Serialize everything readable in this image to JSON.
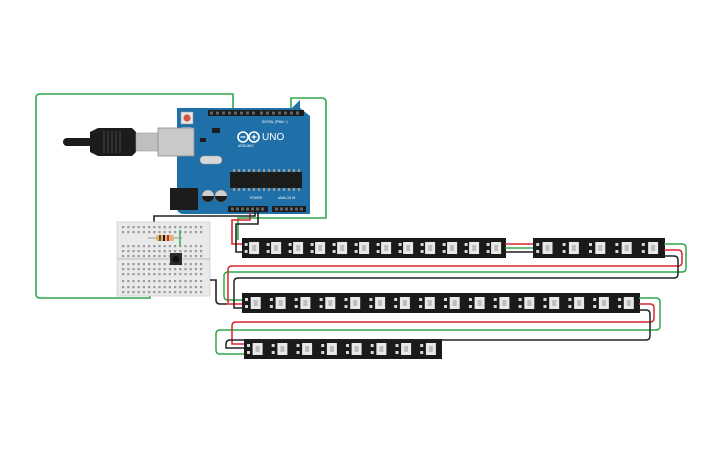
{
  "board": {
    "logo_text": "UNO",
    "brand_text": "ARDUINO",
    "digital_header_label": "DIGITAL (PWM ~)",
    "power_label": "POWER",
    "analog_label": "ANALOG IN",
    "reset_label": "RESET"
  },
  "strips": [
    {
      "name": "led-strip-1",
      "pixel_count": 12
    },
    {
      "name": "led-strip-2",
      "pixel_count": 5
    },
    {
      "name": "led-strip-3",
      "pixel_count": 16
    },
    {
      "name": "led-strip-4",
      "pixel_count": 8
    }
  ],
  "colors": {
    "board_blue": "#1f6fa8",
    "board_dark": "#15567f",
    "strip_black": "#1a1a1a",
    "led_body": "#e8e8e8",
    "wire_green": "#2ea84a",
    "wire_red": "#d9252b",
    "wire_black": "#222222",
    "breadboard": "#e9e9e9",
    "usb_black": "#1c1c1c",
    "usb_gray": "#bfbfbf"
  }
}
